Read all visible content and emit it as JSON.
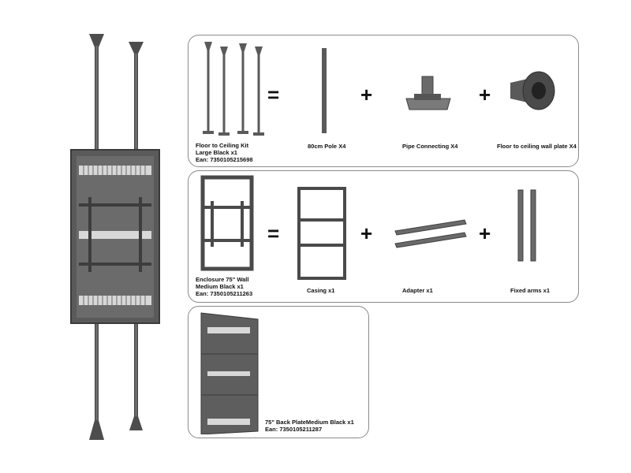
{
  "kit_panel": {
    "product_name": "Floor to Ceiling Kit",
    "product_variant": "Large Black x1",
    "product_ean": "Ean: 7350105215698",
    "equals": "=",
    "plus": "+",
    "components": [
      {
        "label": "80cm Pole X4",
        "icon": "pole-icon"
      },
      {
        "label": "Pipe Connecting X4",
        "icon": "pipe-connector-icon"
      },
      {
        "label": "Floor to ceiling wall plate X4",
        "icon": "wall-plate-icon"
      }
    ]
  },
  "enclosure_panel": {
    "product_name": "Enclosure 75\" Wall",
    "product_variant": "Medium Black x1",
    "product_ean": "Ean: 7350105211263",
    "equals": "=",
    "plus": "+",
    "components": [
      {
        "label": "Casing x1",
        "icon": "casing-icon"
      },
      {
        "label": "Adapter x1",
        "icon": "adapter-rails-icon"
      },
      {
        "label": "Fixed arms x1",
        "icon": "fixed-arms-icon"
      }
    ]
  },
  "back_plate_panel": {
    "product_name": "75\" Back PlateMedium Black x1",
    "product_ean": "Ean: 7350105211287",
    "icon": "back-plate-icon"
  },
  "colors": {
    "metal": "#5e5e5e",
    "metal_dark": "#3d3d3d",
    "border": "#8a8a8a"
  }
}
